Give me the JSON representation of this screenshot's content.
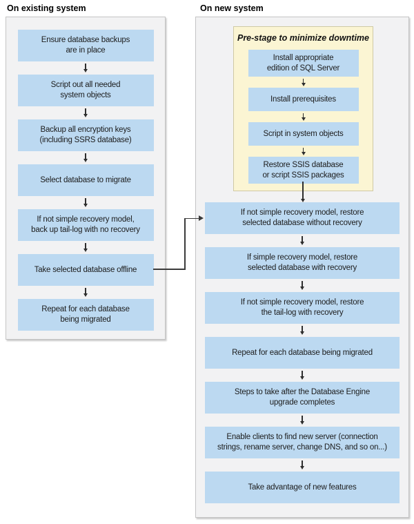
{
  "left_panel": {
    "header": "On existing system",
    "boxes": [
      "Ensure database backups\nare in place",
      "Script out all needed\nsystem objects",
      "Backup all encryption keys\n(including SSRS database)",
      "Select database to migrate",
      "If not simple recovery model,\nback up tail-log with no recovery",
      "Take selected database offline",
      "Repeat for each database\nbeing migrated"
    ]
  },
  "right_panel": {
    "header": "On new system",
    "prestage": {
      "title": "Pre-stage to minimize downtime",
      "boxes": [
        "Install appropriate\nedition of SQL Server",
        "Install prerequisites",
        "Script in system objects",
        "Restore SSIS database\nor script SSIS packages"
      ]
    },
    "boxes": [
      "If not simple recovery model, restore\nselected database without recovery",
      "If simple recovery model, restore\nselected database with recovery",
      "If not simple recovery model, restore\nthe tail-log with recovery",
      "Repeat for each database being migrated",
      "Steps to take after the Database Engine\nupgrade completes",
      "Enable clients to find new server (connection\nstrings, rename server, change DNS, and so on...)",
      "Take advantage of new features"
    ]
  },
  "connector": {
    "from": "Take selected database offline",
    "to": "If not simple recovery model, restore selected database without recovery"
  },
  "colors": {
    "step_box": "#bcd9f1",
    "prestage_bg": "#fbf5d3",
    "prestage_border": "#cfc9a4",
    "panel_bg": "#f2f2f3",
    "panel_border": "#c4c4c4",
    "arrow": "#2e2e2e",
    "text": "#1c1c1c"
  }
}
